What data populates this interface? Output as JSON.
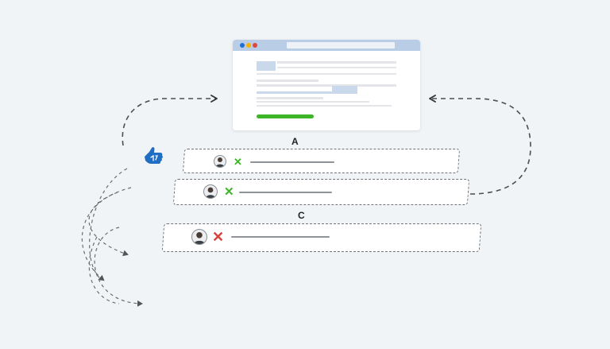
{
  "labels": {
    "a": "A",
    "c": "C"
  },
  "browser": {
    "dot_colors": [
      "#1e6fd9",
      "#f4b400",
      "#e0463c"
    ],
    "bar_color": "#b9cde6",
    "block_color": "#c9d8ea",
    "line_color": "#e3e5e8",
    "cta_color": "#3cb527"
  },
  "rows": [
    {
      "status": "pass",
      "mark": "✕",
      "mark_color": "#3cb527"
    },
    {
      "status": "pass",
      "mark": "✕",
      "mark_color": "#3cb527"
    },
    {
      "status": "fail",
      "mark": "✕",
      "mark_color": "#d9403a"
    }
  ],
  "cursor": {
    "icon": "hand-pointer-icon",
    "color": "#1f6ec4"
  },
  "colors": {
    "background": "#f1f4f7",
    "dash": "#4b4e52"
  }
}
